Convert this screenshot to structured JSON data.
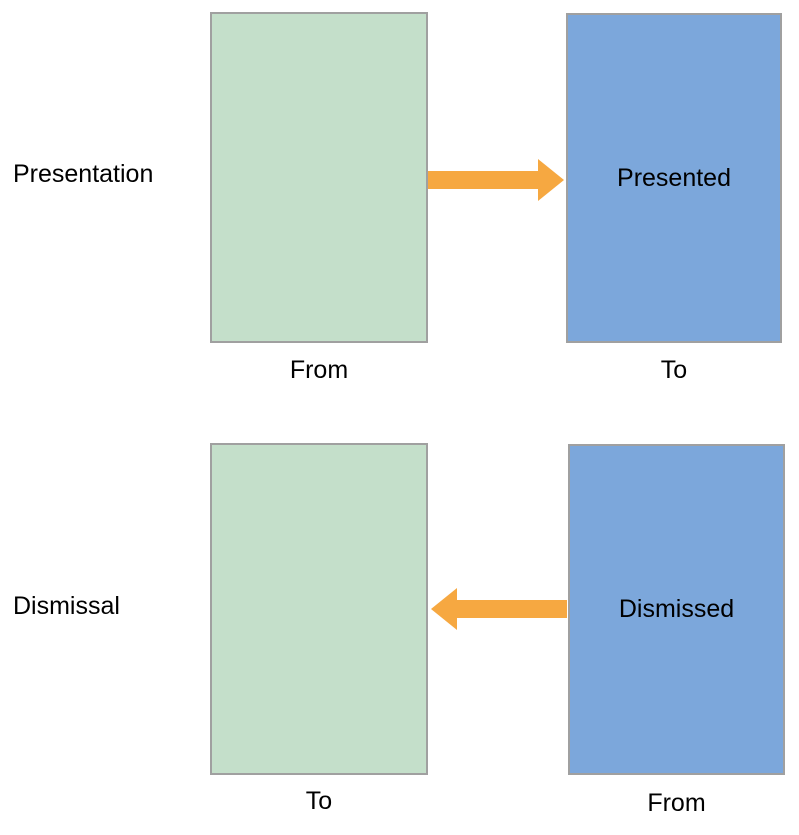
{
  "diagram": {
    "colors": {
      "green_fill": "#c4dfca",
      "blue_fill": "#7ca7db",
      "arrow_orange": "#f6a841",
      "box_border": "#a0a0a0",
      "text": "#000000",
      "background": "#ffffff"
    },
    "rows": [
      {
        "label": "Presentation",
        "arrow_direction": "right",
        "from_box": {
          "body": "",
          "caption": "From",
          "fill": "green"
        },
        "to_box": {
          "body": "Presented",
          "caption": "To",
          "fill": "blue"
        }
      },
      {
        "label": "Dismissal",
        "arrow_direction": "left",
        "to_box": {
          "body": "",
          "caption": "To",
          "fill": "green"
        },
        "from_box": {
          "body": "Dismissed",
          "caption": "From",
          "fill": "blue"
        }
      }
    ]
  }
}
